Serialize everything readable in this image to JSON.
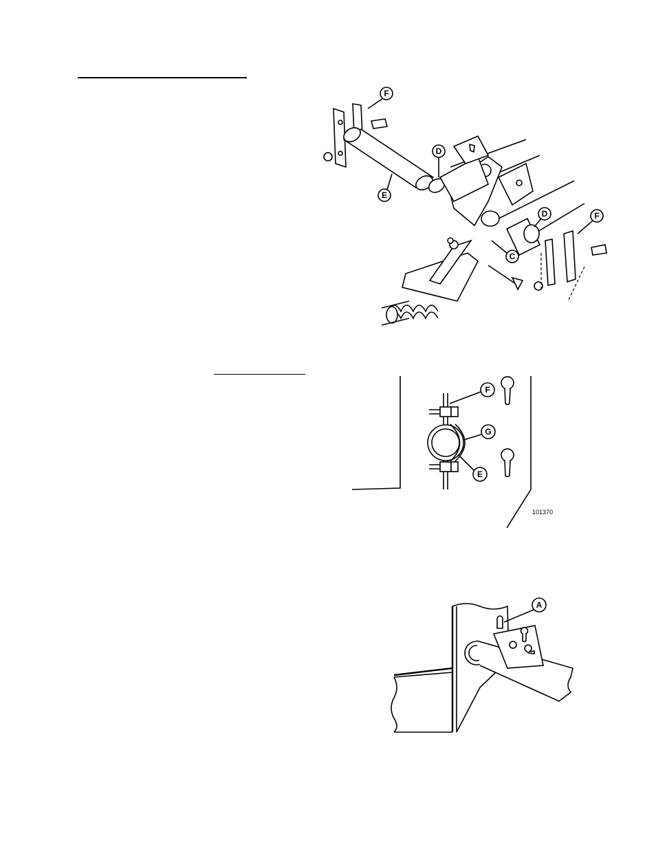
{
  "figures": {
    "fig1": {
      "callouts": [
        "F",
        "D",
        "E",
        "D",
        "F",
        "C"
      ]
    },
    "fig2": {
      "callouts": [
        "F",
        "G",
        "E"
      ],
      "figure_number": "101370"
    },
    "fig3": {
      "callouts": [
        "A"
      ]
    }
  }
}
